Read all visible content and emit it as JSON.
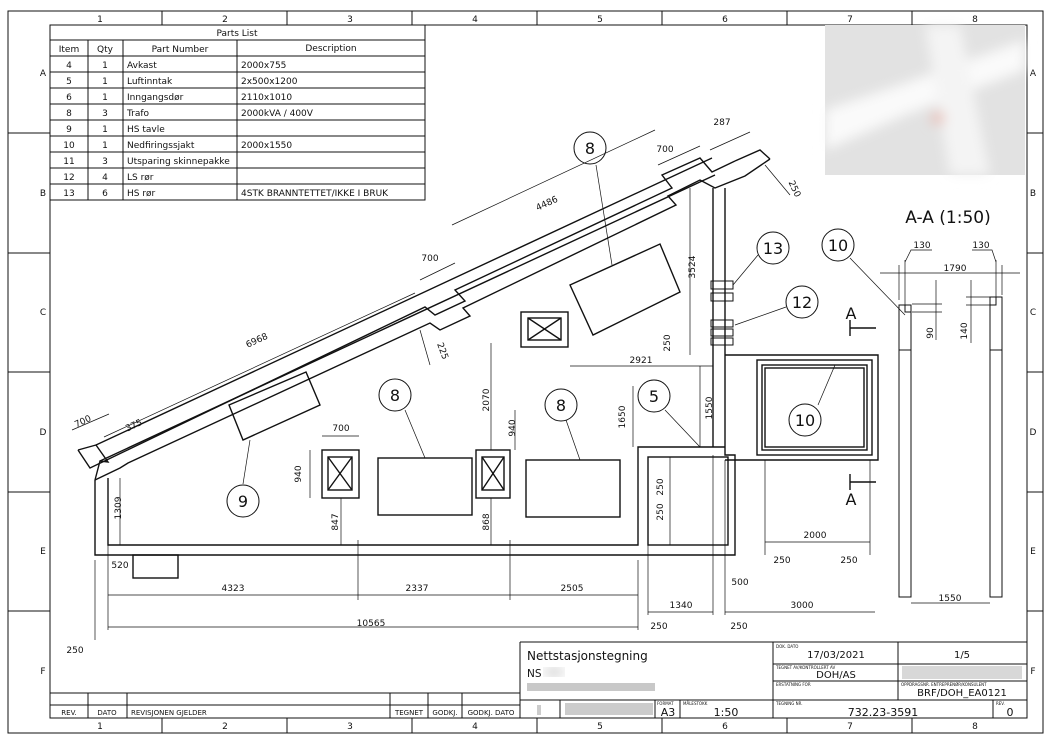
{
  "sheet": {
    "columns": [
      "1",
      "2",
      "3",
      "4",
      "5",
      "6",
      "7",
      "8"
    ],
    "rows": [
      "A",
      "B",
      "C",
      "D",
      "E",
      "F"
    ]
  },
  "parts_list": {
    "title": "Parts List",
    "headers": [
      "Item",
      "Qty",
      "Part Number",
      "Description"
    ],
    "rows": [
      [
        "4",
        "1",
        "Avkast",
        "2000x755"
      ],
      [
        "5",
        "1",
        "Luftinntak",
        "2x500x1200"
      ],
      [
        "6",
        "1",
        "Inngangsdør",
        "2110x1010"
      ],
      [
        "8",
        "3",
        "Trafo",
        "2000kVA / 400V"
      ],
      [
        "9",
        "1",
        "HS tavle",
        ""
      ],
      [
        "10",
        "1",
        "Nedfiringssjakt",
        "2000x1550"
      ],
      [
        "11",
        "3",
        "Utsparing skinnepakke",
        ""
      ],
      [
        "12",
        "4",
        "LS rør",
        ""
      ],
      [
        "13",
        "6",
        "HS rør",
        "4STK BRANNTETTET/IKKE I BRUK"
      ]
    ]
  },
  "balloons": [
    "8",
    "8",
    "8",
    "9",
    "10",
    "10",
    "5",
    "13",
    "12"
  ],
  "dimensions": {
    "d287": "287",
    "d700a": "700",
    "d250a": "250",
    "d4486": "4486",
    "d700b": "700",
    "d6968": "6968",
    "d225": "225",
    "d700c": "700",
    "d375": "375",
    "d3524": "3524",
    "d250b": "250",
    "d2921": "2921",
    "d2070": "2070",
    "d940a": "940",
    "d1650": "1650",
    "d1550a": "1550",
    "d700d": "700",
    "d940b": "940",
    "d847": "847",
    "d868": "868",
    "d250c": "250",
    "d250d": "250",
    "d1309": "1309",
    "d520": "520",
    "d4323": "4323",
    "d2337": "2337",
    "d2505": "2505",
    "d500": "500",
    "d1340": "1340",
    "d3000": "3000",
    "d10565": "10565",
    "d250e": "250",
    "d250f": "250",
    "d250g": "250",
    "d2000": "2000",
    "d250h": "250",
    "d250i": "250"
  },
  "section": {
    "title": "A-A (1:50)",
    "marker": "A",
    "d130a": "130",
    "d130b": "130",
    "d1790": "1790",
    "d90": "90",
    "d140": "140",
    "d1550": "1550"
  },
  "revision_block": {
    "headers": [
      "REV.",
      "DATO",
      "REVISJONEN GJELDER",
      "TEGNET",
      "GODKJ.",
      "GODKJ. DATO"
    ]
  },
  "title_block": {
    "title": "Nettstasjonstegning",
    "subtitle_prefix": "NS",
    "doc_date_label": "DOK. DATO",
    "doc_date": "17/03/2021",
    "sheet": "1/5",
    "drawn_label": "TEGNET AV/KONTROLLERT AV",
    "drawn": "DOH/AS",
    "replaces_label": "ERSTATNING FOR",
    "contractor_label": "OPPDRAGSNR. ENTREPRENØR/KONSULENT",
    "contractor": "BRF/DOH_EA0121",
    "format_label": "FORMAT",
    "format": "A3",
    "scale_label": "MÅLESTOKK",
    "scale": "1:50",
    "drawing_no_label": "TEGNING NR.",
    "drawing_no": "732.23-3591",
    "rev_label": "REV.",
    "rev": "0"
  }
}
